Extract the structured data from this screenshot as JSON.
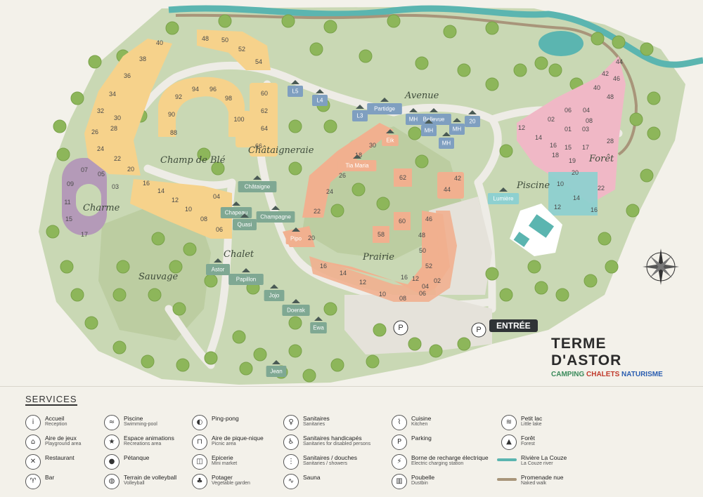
{
  "zones": {
    "charme": "Charme",
    "champ_de_ble": "Champ de Blé",
    "chataigneraie": "Châtaigneraie",
    "avenue": "Avenue",
    "foret": "Forêt",
    "piscine": "Piscine",
    "chalet": "Chalet",
    "sauvage": "Sauvage",
    "prairie": "Prairie"
  },
  "lots": {
    "charme": [
      "07",
      "05",
      "09",
      "03",
      "11",
      "15",
      "17"
    ],
    "champ": [
      "92",
      "94",
      "96",
      "98",
      "90",
      "100",
      "88",
      "60",
      "62",
      "64",
      "66",
      "48",
      "50",
      "52",
      "54"
    ],
    "left": [
      "40",
      "38",
      "36",
      "34",
      "32",
      "30",
      "28",
      "26",
      "24",
      "22",
      "20",
      "16",
      "14",
      "12",
      "10",
      "08",
      "06",
      "04"
    ],
    "prairie": [
      "16",
      "14",
      "12",
      "10",
      "08",
      "06",
      "04",
      "02",
      "52",
      "50",
      "48",
      "46",
      "60",
      "58",
      "62",
      "42",
      "44",
      "30",
      "26",
      "24",
      "22",
      "20",
      "18",
      "16",
      "12"
    ],
    "foret": [
      "44",
      "42",
      "46",
      "40",
      "48",
      "06",
      "04",
      "02",
      "01",
      "03",
      "08",
      "12",
      "14",
      "16",
      "15",
      "18",
      "17",
      "19",
      "20",
      "22",
      "28",
      "10",
      "12",
      "14",
      "16"
    ]
  },
  "chalets": [
    "Châtaigne",
    "Chapeau",
    "Champagne",
    "Quasi",
    "Astor",
    "Papillon",
    "Jojo",
    "Doerak",
    "Ewa",
    "Jean",
    "Pipo",
    "Tia Maria",
    "Eik",
    "Partidge",
    "Bellevue",
    "MH",
    "MH",
    "MH",
    "MH",
    "L5",
    "L4",
    "L3",
    "20",
    "Lumière"
  ],
  "entree": "ENTRÉE",
  "brand": {
    "title": "TERME D'ASTOR",
    "sub": [
      {
        "text": "CAMPING",
        "color": "#3a8a5a"
      },
      {
        "text": "CHALETS",
        "color": "#c0392b"
      },
      {
        "text": "NATURISME",
        "color": "#2a5db0"
      }
    ]
  },
  "parking_glyph": "P",
  "services_title": "SERVICES",
  "services": [
    {
      "icon": "info-icon",
      "glyph": "i",
      "fr": "Accueil",
      "en": "Reception"
    },
    {
      "icon": "playground-icon",
      "glyph": "⌂",
      "fr": "Aire de jeux",
      "en": "Playground area"
    },
    {
      "icon": "restaurant-icon",
      "glyph": "✕",
      "fr": "Restaurant",
      "en": ""
    },
    {
      "icon": "bar-icon",
      "glyph": "♈",
      "fr": "Bar",
      "en": ""
    },
    {
      "icon": "pool-icon",
      "glyph": "≈",
      "fr": "Piscine",
      "en": "Swimming-pool"
    },
    {
      "icon": "animation-icon",
      "glyph": "★",
      "fr": "Espace animations",
      "en": "Recreations area"
    },
    {
      "icon": "petanque-icon",
      "glyph": "●",
      "fr": "Pétanque",
      "en": ""
    },
    {
      "icon": "volleyball-icon",
      "glyph": "◍",
      "fr": "Terrain de volleyball",
      "en": "Volleyball"
    },
    {
      "icon": "pingpong-icon",
      "glyph": "◐",
      "fr": "Ping-pong",
      "en": ""
    },
    {
      "icon": "picnic-icon",
      "glyph": "⊓",
      "fr": "Aire de pique-nique",
      "en": "Picnic area"
    },
    {
      "icon": "market-icon",
      "glyph": "◫",
      "fr": "Epicerie",
      "en": "Mini market"
    },
    {
      "icon": "garden-icon",
      "glyph": "♣",
      "fr": "Potager",
      "en": "Vegetable garden"
    },
    {
      "icon": "sanitary-icon",
      "glyph": "♀",
      "fr": "Sanitaires",
      "en": "Sanitaries"
    },
    {
      "icon": "disabled-icon",
      "glyph": "♿",
      "fr": "Sanitaires handicapés",
      "en": "Sanitaries for disabled persons"
    },
    {
      "icon": "shower-icon",
      "glyph": "⋮",
      "fr": "Sanitaires / douches",
      "en": "Sanitaries / showers"
    },
    {
      "icon": "sauna-icon",
      "glyph": "∿",
      "fr": "Sauna",
      "en": ""
    },
    {
      "icon": "kitchen-icon",
      "glyph": "⌇",
      "fr": "Cuisine",
      "en": "Kitchen"
    },
    {
      "icon": "parking-icon",
      "glyph": "P",
      "fr": "Parking",
      "en": ""
    },
    {
      "icon": "charging-icon",
      "glyph": "⚡",
      "fr": "Borne de recharge électrique",
      "en": "Electric charging station"
    },
    {
      "icon": "bin-icon",
      "glyph": "▥",
      "fr": "Poubelle",
      "en": "Dustbin"
    },
    {
      "icon": "lake-icon",
      "glyph": "≋",
      "fr": "Petit lac",
      "en": "Little lake"
    },
    {
      "icon": "forest-icon",
      "glyph": "▲",
      "fr": "Forêt",
      "en": "Forest"
    },
    {
      "icon": "river-icon",
      "glyph": "",
      "fr": "Rivière La Couze",
      "en": "La Couze river"
    },
    {
      "icon": "walk-icon",
      "glyph": "",
      "fr": "Promenade nue",
      "en": "Naked walk"
    }
  ],
  "colors": {
    "grass": "#c9d8b4",
    "field": "#bccda1",
    "river": "#5bb5b0",
    "chalet": "#7fa893",
    "blue": "#7f9fc0",
    "pink": "#f0b8c6",
    "orange": "#f1b08f",
    "yellow": "#f6d28b",
    "purple": "#b49ab8",
    "teal": "#8ed0d0",
    "road": "#eeece6",
    "tree": "#8db65a",
    "walk": "#a8957a"
  }
}
